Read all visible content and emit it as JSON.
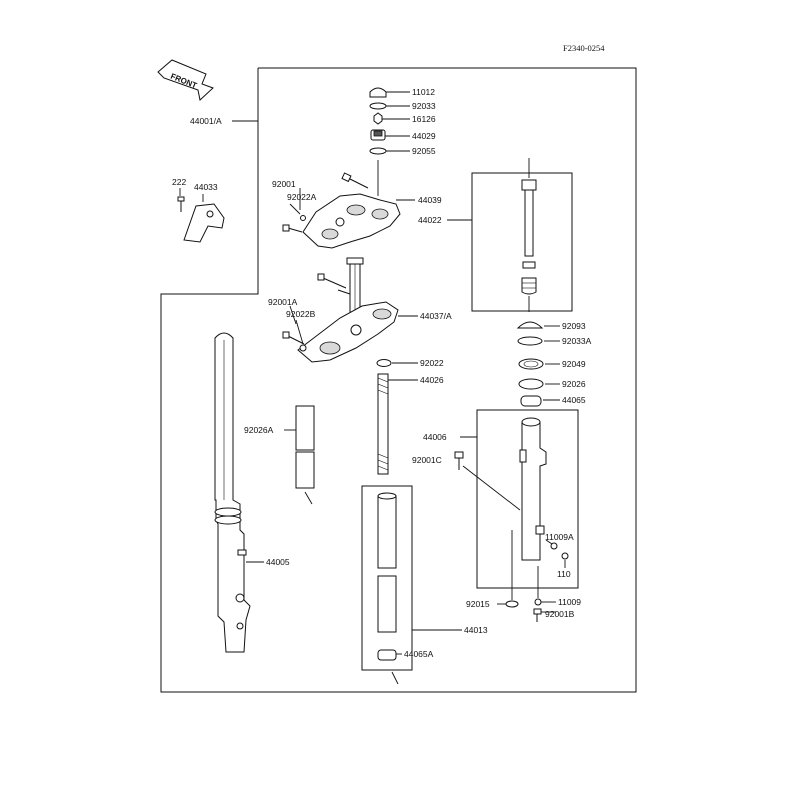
{
  "drawing_code": "F2340-0254",
  "front_badge": "FRONT",
  "labels": {
    "p11012": "11012",
    "p92033": "92033",
    "p16126": "16126",
    "p44029": "44029",
    "p92055": "92055",
    "p44001a": "44001/A",
    "p222": "222",
    "p44033": "44033",
    "p92001": "92001",
    "p92022a": "92022A",
    "p44039": "44039",
    "p44022": "44022",
    "p92001a": "92001A",
    "p92022b": "92022B",
    "p44037a": "44037/A",
    "p92093": "92093",
    "p92033a": "92033A",
    "p92022": "92022",
    "p92049": "92049",
    "p44026": "44026",
    "p92026": "92026",
    "p44065": "44065",
    "p92026a": "92026A",
    "p44006": "44006",
    "p92001c": "92001C",
    "p11009a": "11009A",
    "p44005": "44005",
    "p110": "110",
    "p92015": "92015",
    "p11009": "11009",
    "p92001b": "92001B",
    "p44013": "44013",
    "p44065a": "44065A"
  }
}
